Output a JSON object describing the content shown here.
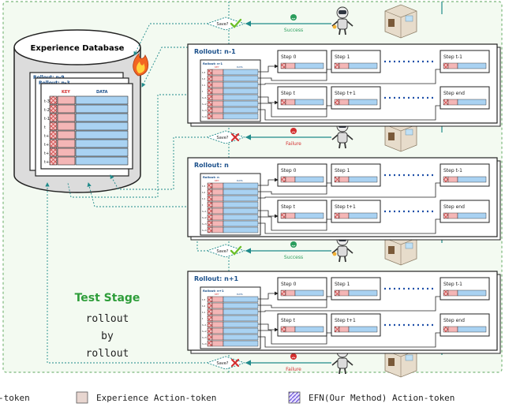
{
  "database": {
    "title": "Experience Database",
    "stacked_tabs": [
      "Rollout: n-9",
      "Rollout: n-3"
    ],
    "key_header": "KEY",
    "data_header": "DATA",
    "keys": [
      "t-3",
      "t-2",
      "t-1",
      "t",
      "t+1",
      "t+2",
      "t+3",
      "t+4"
    ]
  },
  "test_stage": {
    "title": "Test Stage",
    "line1": "rollout",
    "line2": "by",
    "line3": "rollout"
  },
  "outcomes": {
    "save_label": "Save?",
    "success": "Success",
    "failure": "Failure"
  },
  "rollouts": [
    {
      "title": "Rollout: n-1",
      "mini_title": "Rollout: n-1"
    },
    {
      "title": "Rollout: n",
      "mini_title": "Rollout: n"
    },
    {
      "title": "Rollout: n+1",
      "mini_title": "Rollout: n+1"
    }
  ],
  "steps_top": [
    "Step 0",
    "Step 1",
    "Step t-1"
  ],
  "steps_bottom": [
    "Step t",
    "Step t+1",
    "Step end"
  ],
  "legend": {
    "item1": "-token",
    "item2": "Experience Action-token",
    "item3": "EFN(Our Method) Action-token"
  },
  "colors": {
    "success": "#2a9d5c",
    "failure": "#d32f2f",
    "key_fill": "#f4b6b6",
    "data_fill": "#a9d2f2",
    "flow": "#1f8a8a",
    "panel_bg": "#f3faf1"
  }
}
